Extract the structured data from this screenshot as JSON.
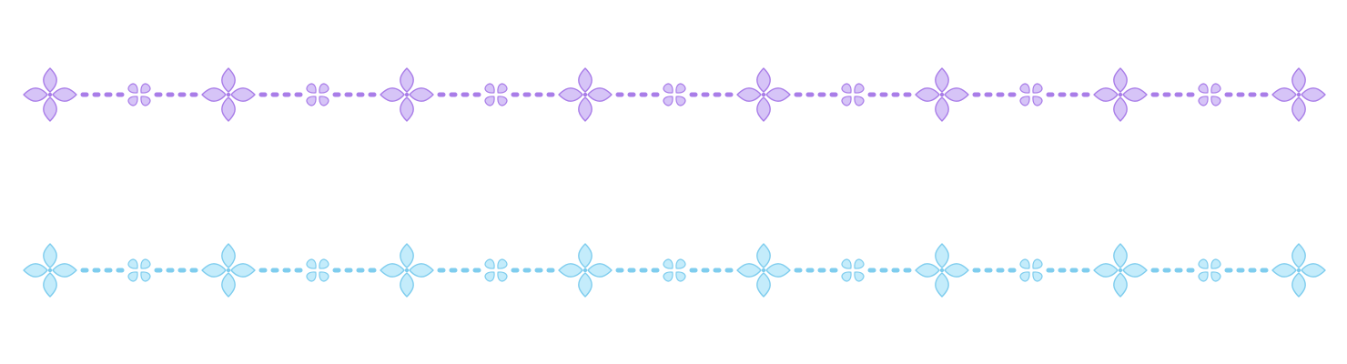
{
  "rows": [
    {
      "name": "purple-border",
      "fill": "#d6c4f7",
      "stroke": "#a97de8",
      "dash": "#a97de8",
      "large_flowers": 8,
      "small_flowers": 7
    },
    {
      "name": "blue-border",
      "fill": "#c4ecfb",
      "stroke": "#7fcdee",
      "dash": "#7fcdee",
      "large_flowers": 8,
      "small_flowers": 7
    }
  ]
}
